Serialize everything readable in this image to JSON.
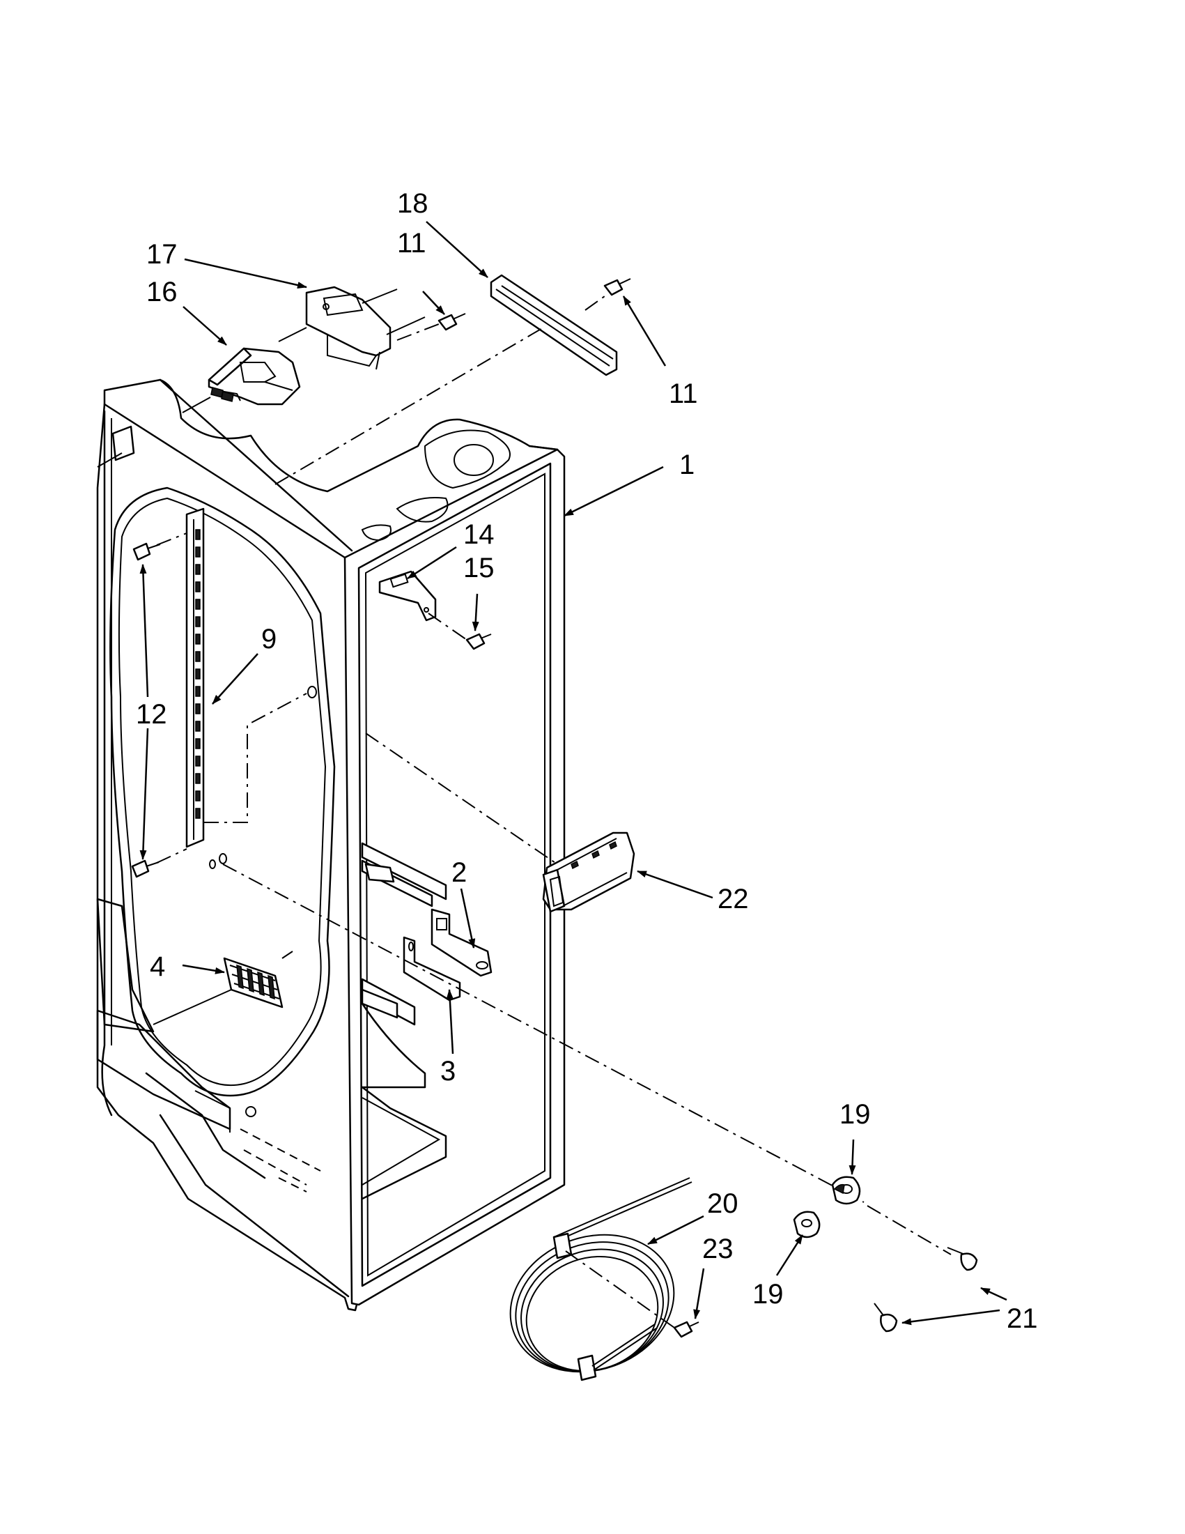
{
  "colors": {
    "line": "#000000",
    "background": "#ffffff"
  },
  "callouts": {
    "c1": "1",
    "c2": "2",
    "c3": "3",
    "c4": "4",
    "c9": "9",
    "c11a": "11",
    "c11b": "11",
    "c12": "12",
    "c14": "14",
    "c15": "15",
    "c16": "16",
    "c17": "17",
    "c18": "18",
    "c19a": "19",
    "c19b": "19",
    "c20": "20",
    "c21": "21",
    "c22": "22",
    "c23": "23"
  }
}
